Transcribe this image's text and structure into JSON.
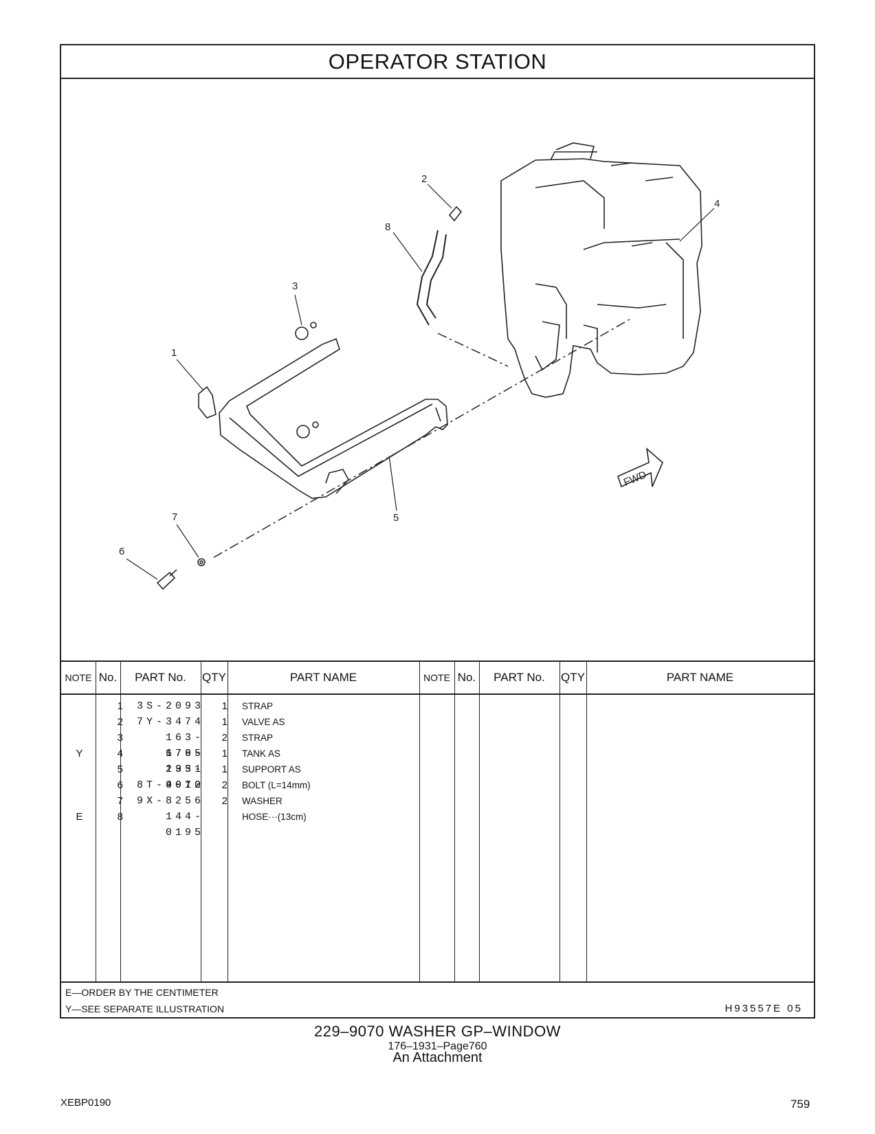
{
  "page_title": "OPERATOR   STATION",
  "illustration": {
    "callouts": [
      "1",
      "2",
      "3",
      "4",
      "5",
      "6",
      "7",
      "8"
    ],
    "fwd_label": "FWD"
  },
  "table": {
    "headers": {
      "note": "NOTE",
      "no": "No.",
      "part_no": "PART No.",
      "qty": "QTY",
      "part_name": "PART NAME"
    },
    "rows": [
      {
        "note": "",
        "no": "1",
        "part_no": "3S-2093",
        "qty": "1",
        "name": "STRAP"
      },
      {
        "note": "",
        "no": "2",
        "part_no": "7Y-3474",
        "qty": "1",
        "name": "VALVE  AS"
      },
      {
        "note": "",
        "no": "3",
        "part_no": "163-6795",
        "qty": "2",
        "name": "STRAP"
      },
      {
        "note": "Y",
        "no": "4",
        "part_no": "176-1931",
        "qty": "1",
        "name": "TANK  AS"
      },
      {
        "note": "",
        "no": "5",
        "part_no": "235-9012",
        "qty": "1",
        "name": "SUPPORT  AS"
      },
      {
        "note": "",
        "no": "6",
        "part_no": "8T-4970",
        "qty": "2",
        "name": "BOLT (L=14mm)"
      },
      {
        "note": "",
        "no": "7",
        "part_no": "9X-8256",
        "qty": "2",
        "name": "WASHER"
      },
      {
        "note": "E",
        "no": "8",
        "part_no": "144-0195",
        "qty": "",
        "name": "HOSE···(13cm)"
      }
    ]
  },
  "notes": {
    "e": "E—ORDER  BY  THE  CENTIMETER",
    "y": "Y—SEE  SEPARATE  ILLUSTRATION",
    "code": "H93557E   05"
  },
  "caption": {
    "line1": "229‒9070   WASHER  GP‒WINDOW",
    "line2": "176‒1931‒Page760",
    "line3": "An Attachment"
  },
  "footer": {
    "doc_code": "XEBP0190",
    "page_number": "759"
  }
}
